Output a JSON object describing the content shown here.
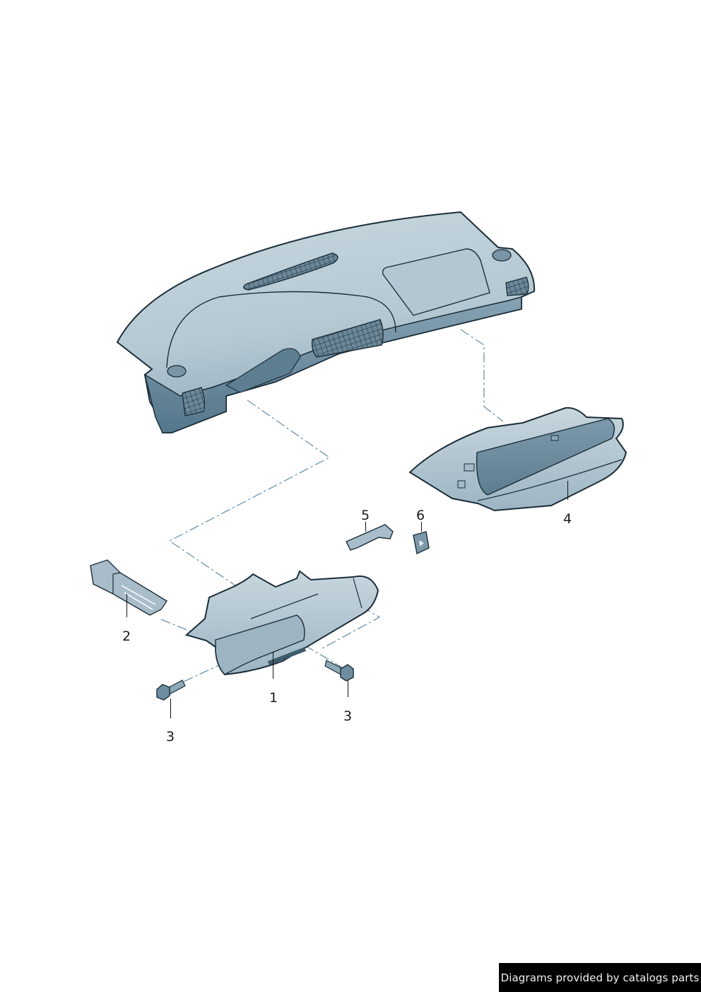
{
  "diagram": {
    "type": "exploded-parts-diagram",
    "subject": "dashboard with glove box components",
    "colors": {
      "part_light": "#bfd0d9",
      "part_mid": "#8fa9b8",
      "part_dark": "#5c7d90",
      "outline": "#1b2d38",
      "assembly_line": "#6f93aa",
      "background": "#ffffff"
    },
    "parts": [
      {
        "id": "dashboard",
        "label": ""
      },
      {
        "id": "glove-box-bracket",
        "label": "1"
      },
      {
        "id": "retaining-clip",
        "label": "2"
      },
      {
        "id": "bolt-left",
        "label": "3"
      },
      {
        "id": "bolt-right",
        "label": "3"
      },
      {
        "id": "glove-box",
        "label": "4"
      },
      {
        "id": "clip",
        "label": "5"
      },
      {
        "id": "speed-nut",
        "label": "6"
      }
    ],
    "callouts": {
      "c1": "1",
      "c2": "2",
      "c3a": "3",
      "c3b": "3",
      "c4": "4",
      "c5": "5",
      "c6": "6"
    }
  },
  "footer": {
    "credit": "Diagrams provided by catalogs parts"
  }
}
